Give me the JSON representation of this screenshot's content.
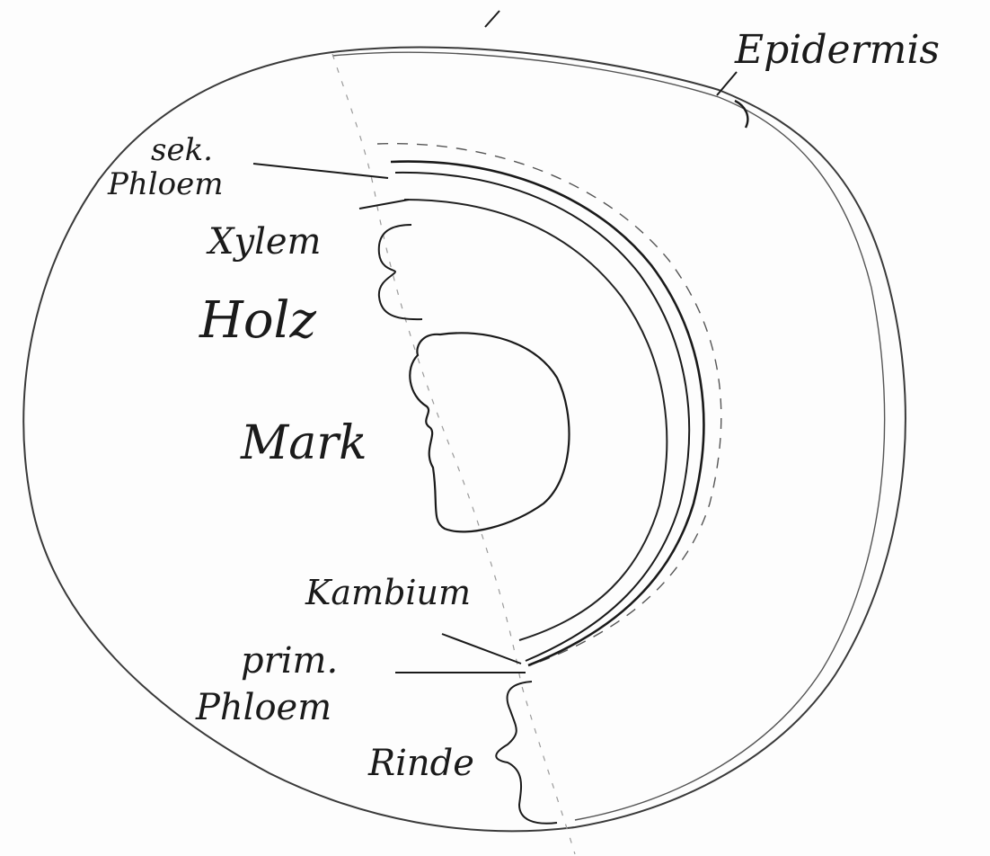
{
  "labels": {
    "epidermis": "Epidermis",
    "sek_phloem_line1": "sek.",
    "sek_phloem_line2": "Phloem",
    "xylem": "Xylem",
    "holz": "Holz",
    "mark": "Mark",
    "kambium": "Kambium",
    "prim_phloem_line1": "prim.",
    "prim_phloem_line2": "Phloem",
    "rinde": "Rinde"
  },
  "colors": {
    "ink": "#1a1a1a",
    "pencil": "#555555",
    "paper": "#fdfdfd"
  }
}
